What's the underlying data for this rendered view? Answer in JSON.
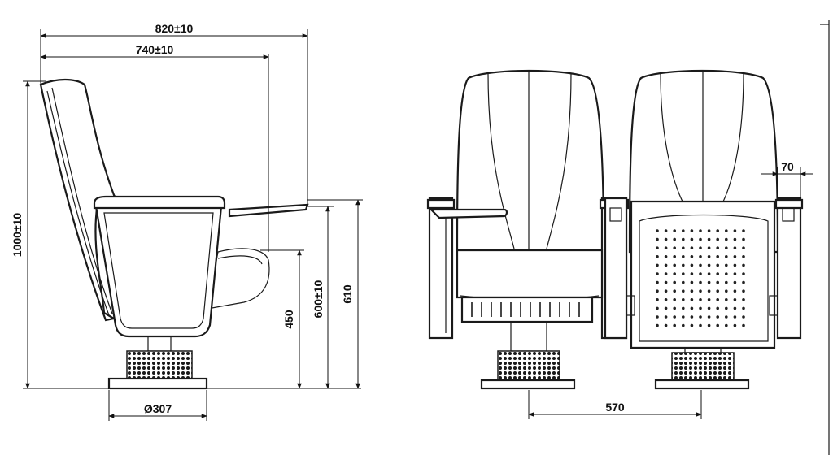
{
  "dimensions": {
    "overall_depth": "820±10",
    "seat_depth": "740±10",
    "height": "1000±10",
    "seat_height": "450",
    "armrest_height": "600±10",
    "tablet_height": "610",
    "base_diameter": "Ø307",
    "seat_pitch": "570",
    "arm_width": "70"
  },
  "colors": {
    "line": "#1a1a1a",
    "background": "#ffffff"
  }
}
